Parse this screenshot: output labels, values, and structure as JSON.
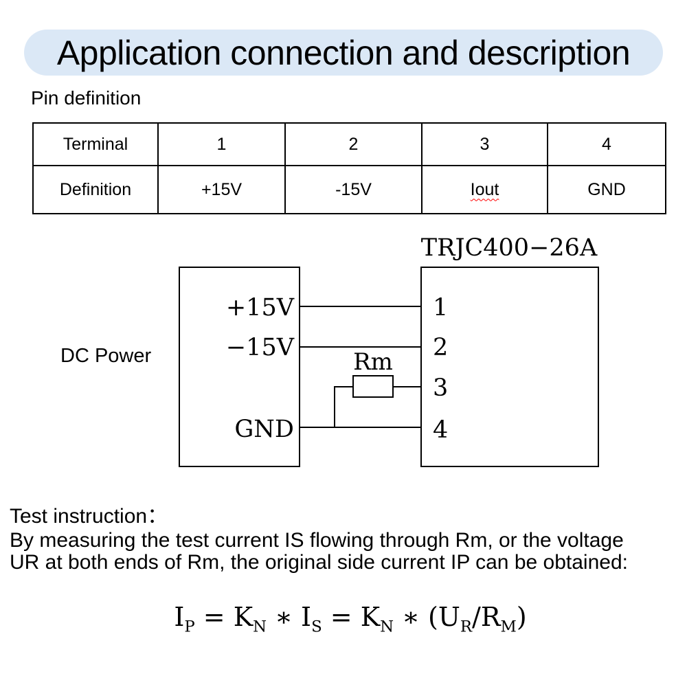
{
  "banner": {
    "title": "Application connection and description"
  },
  "pin_table": {
    "heading": "Pin definition",
    "rows": [
      {
        "label": "Terminal",
        "values": [
          "1",
          "2",
          "3",
          "4"
        ]
      },
      {
        "label": "Definition",
        "values": [
          "+15V",
          "-15V",
          "Iout",
          "GND"
        ]
      }
    ]
  },
  "diagram": {
    "device_label": "TRJC400−26A",
    "source_label": "DC Power",
    "source_pins": [
      "+15V",
      "−15V",
      "GND"
    ],
    "device_pins": [
      "1",
      "2",
      "3",
      "4"
    ],
    "resistor_label": "Rm"
  },
  "instruction": {
    "heading": "Test instruction：",
    "line1": "By measuring the test current IS flowing through Rm, or the voltage",
    "line2": "UR at both ends of Rm, the original side current IP can be obtained:"
  },
  "formula": {
    "parts": [
      {
        "text": "I",
        "sub": "P"
      },
      {
        "text": " = "
      },
      {
        "text": "K",
        "sub": "N"
      },
      {
        "text": " ∗ "
      },
      {
        "text": "I",
        "sub": "S"
      },
      {
        "text": " = "
      },
      {
        "text": "K",
        "sub": "N"
      },
      {
        "text": " ∗ ("
      },
      {
        "text": "U",
        "sub": "R"
      },
      {
        "text": "/R",
        "sub": "M"
      },
      {
        "text": ")"
      }
    ]
  },
  "colors": {
    "banner_bg": "#dbe8f6",
    "ink": "#000000",
    "squiggle_underline": "#ff0000"
  }
}
